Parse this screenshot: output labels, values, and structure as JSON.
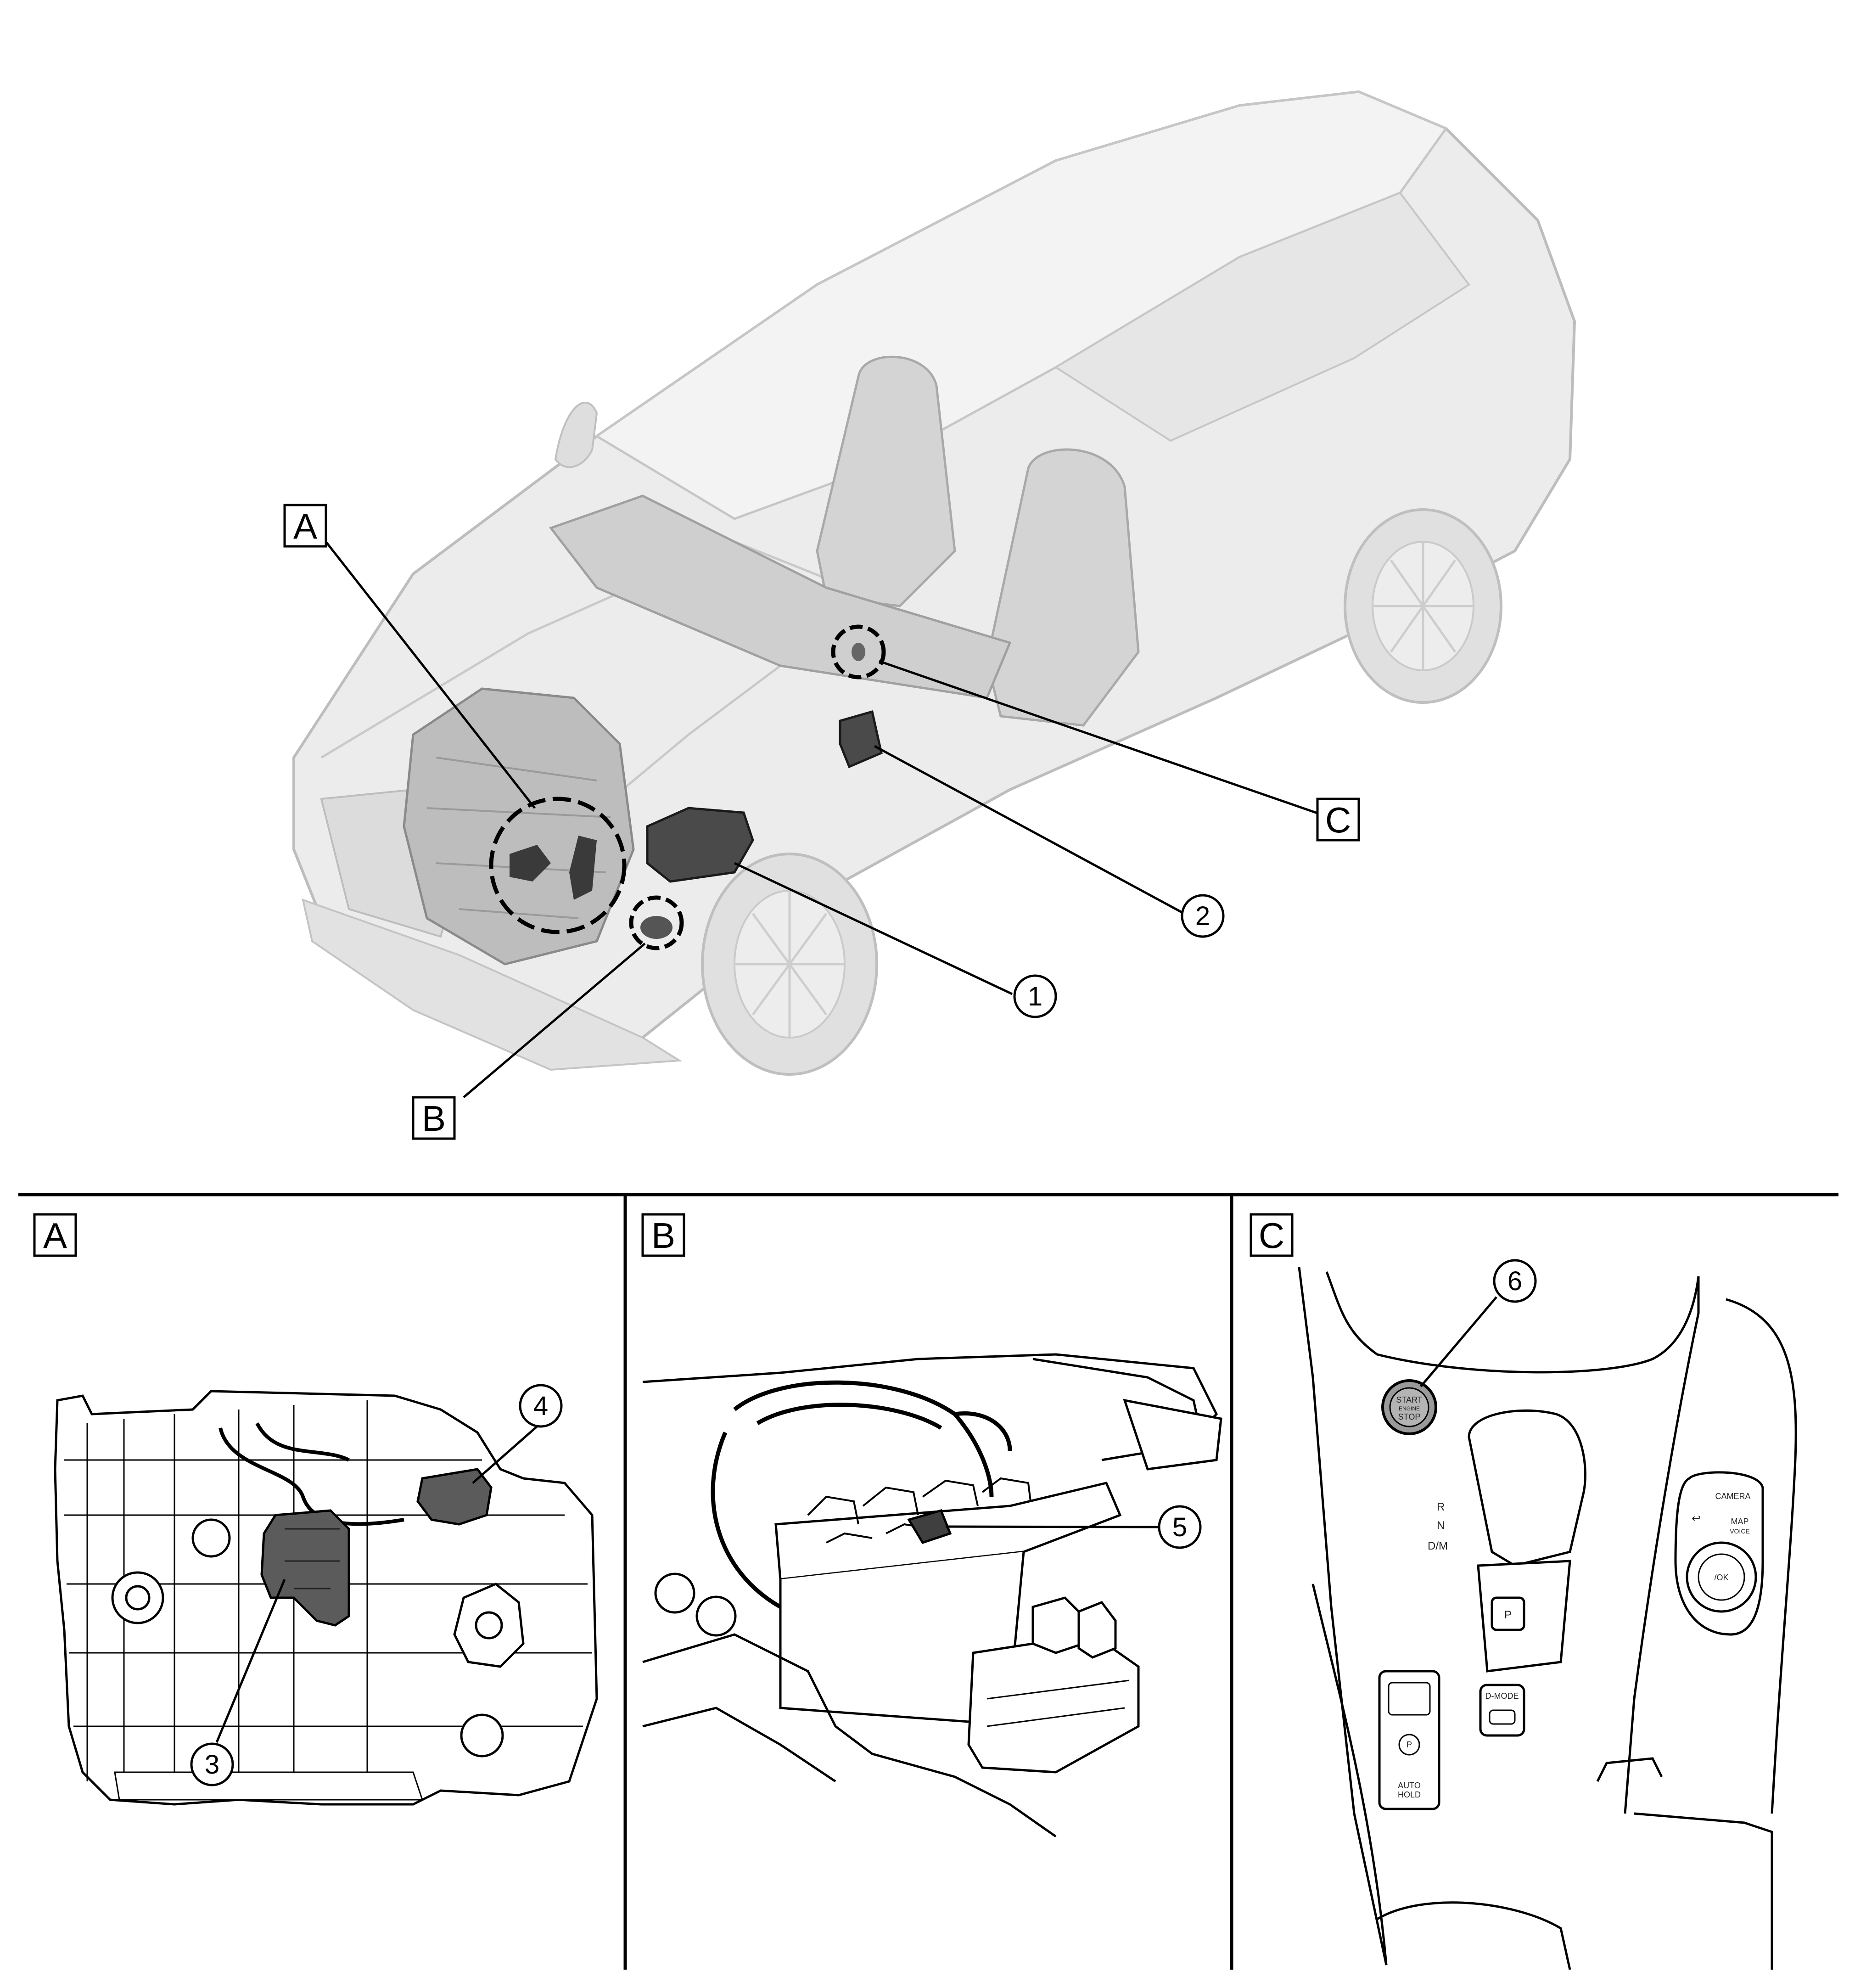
{
  "view_labels": {
    "a": "A",
    "b": "B",
    "c": "C"
  },
  "callouts": {
    "n1": "1",
    "n2": "2",
    "n3": "3",
    "n4": "4",
    "n5": "5",
    "n6": "6"
  },
  "panel_c": {
    "start_line1": "START",
    "start_line2": "ENGINE",
    "start_line3": "STOP",
    "gear_r": "R",
    "gear_n": "N",
    "gear_dm": "D/M",
    "gear_park": "P",
    "d_mode": "D-MODE",
    "auto_hold_1": "AUTO",
    "auto_hold_2": "HOLD",
    "epb": "P",
    "camera": "CAMERA",
    "map": "MAP",
    "voice": "VOICE",
    "ok": "/OK"
  },
  "colors": {
    "line": "#000000",
    "vehicle": "#b9b9b9",
    "component": "#3a3a3a"
  }
}
